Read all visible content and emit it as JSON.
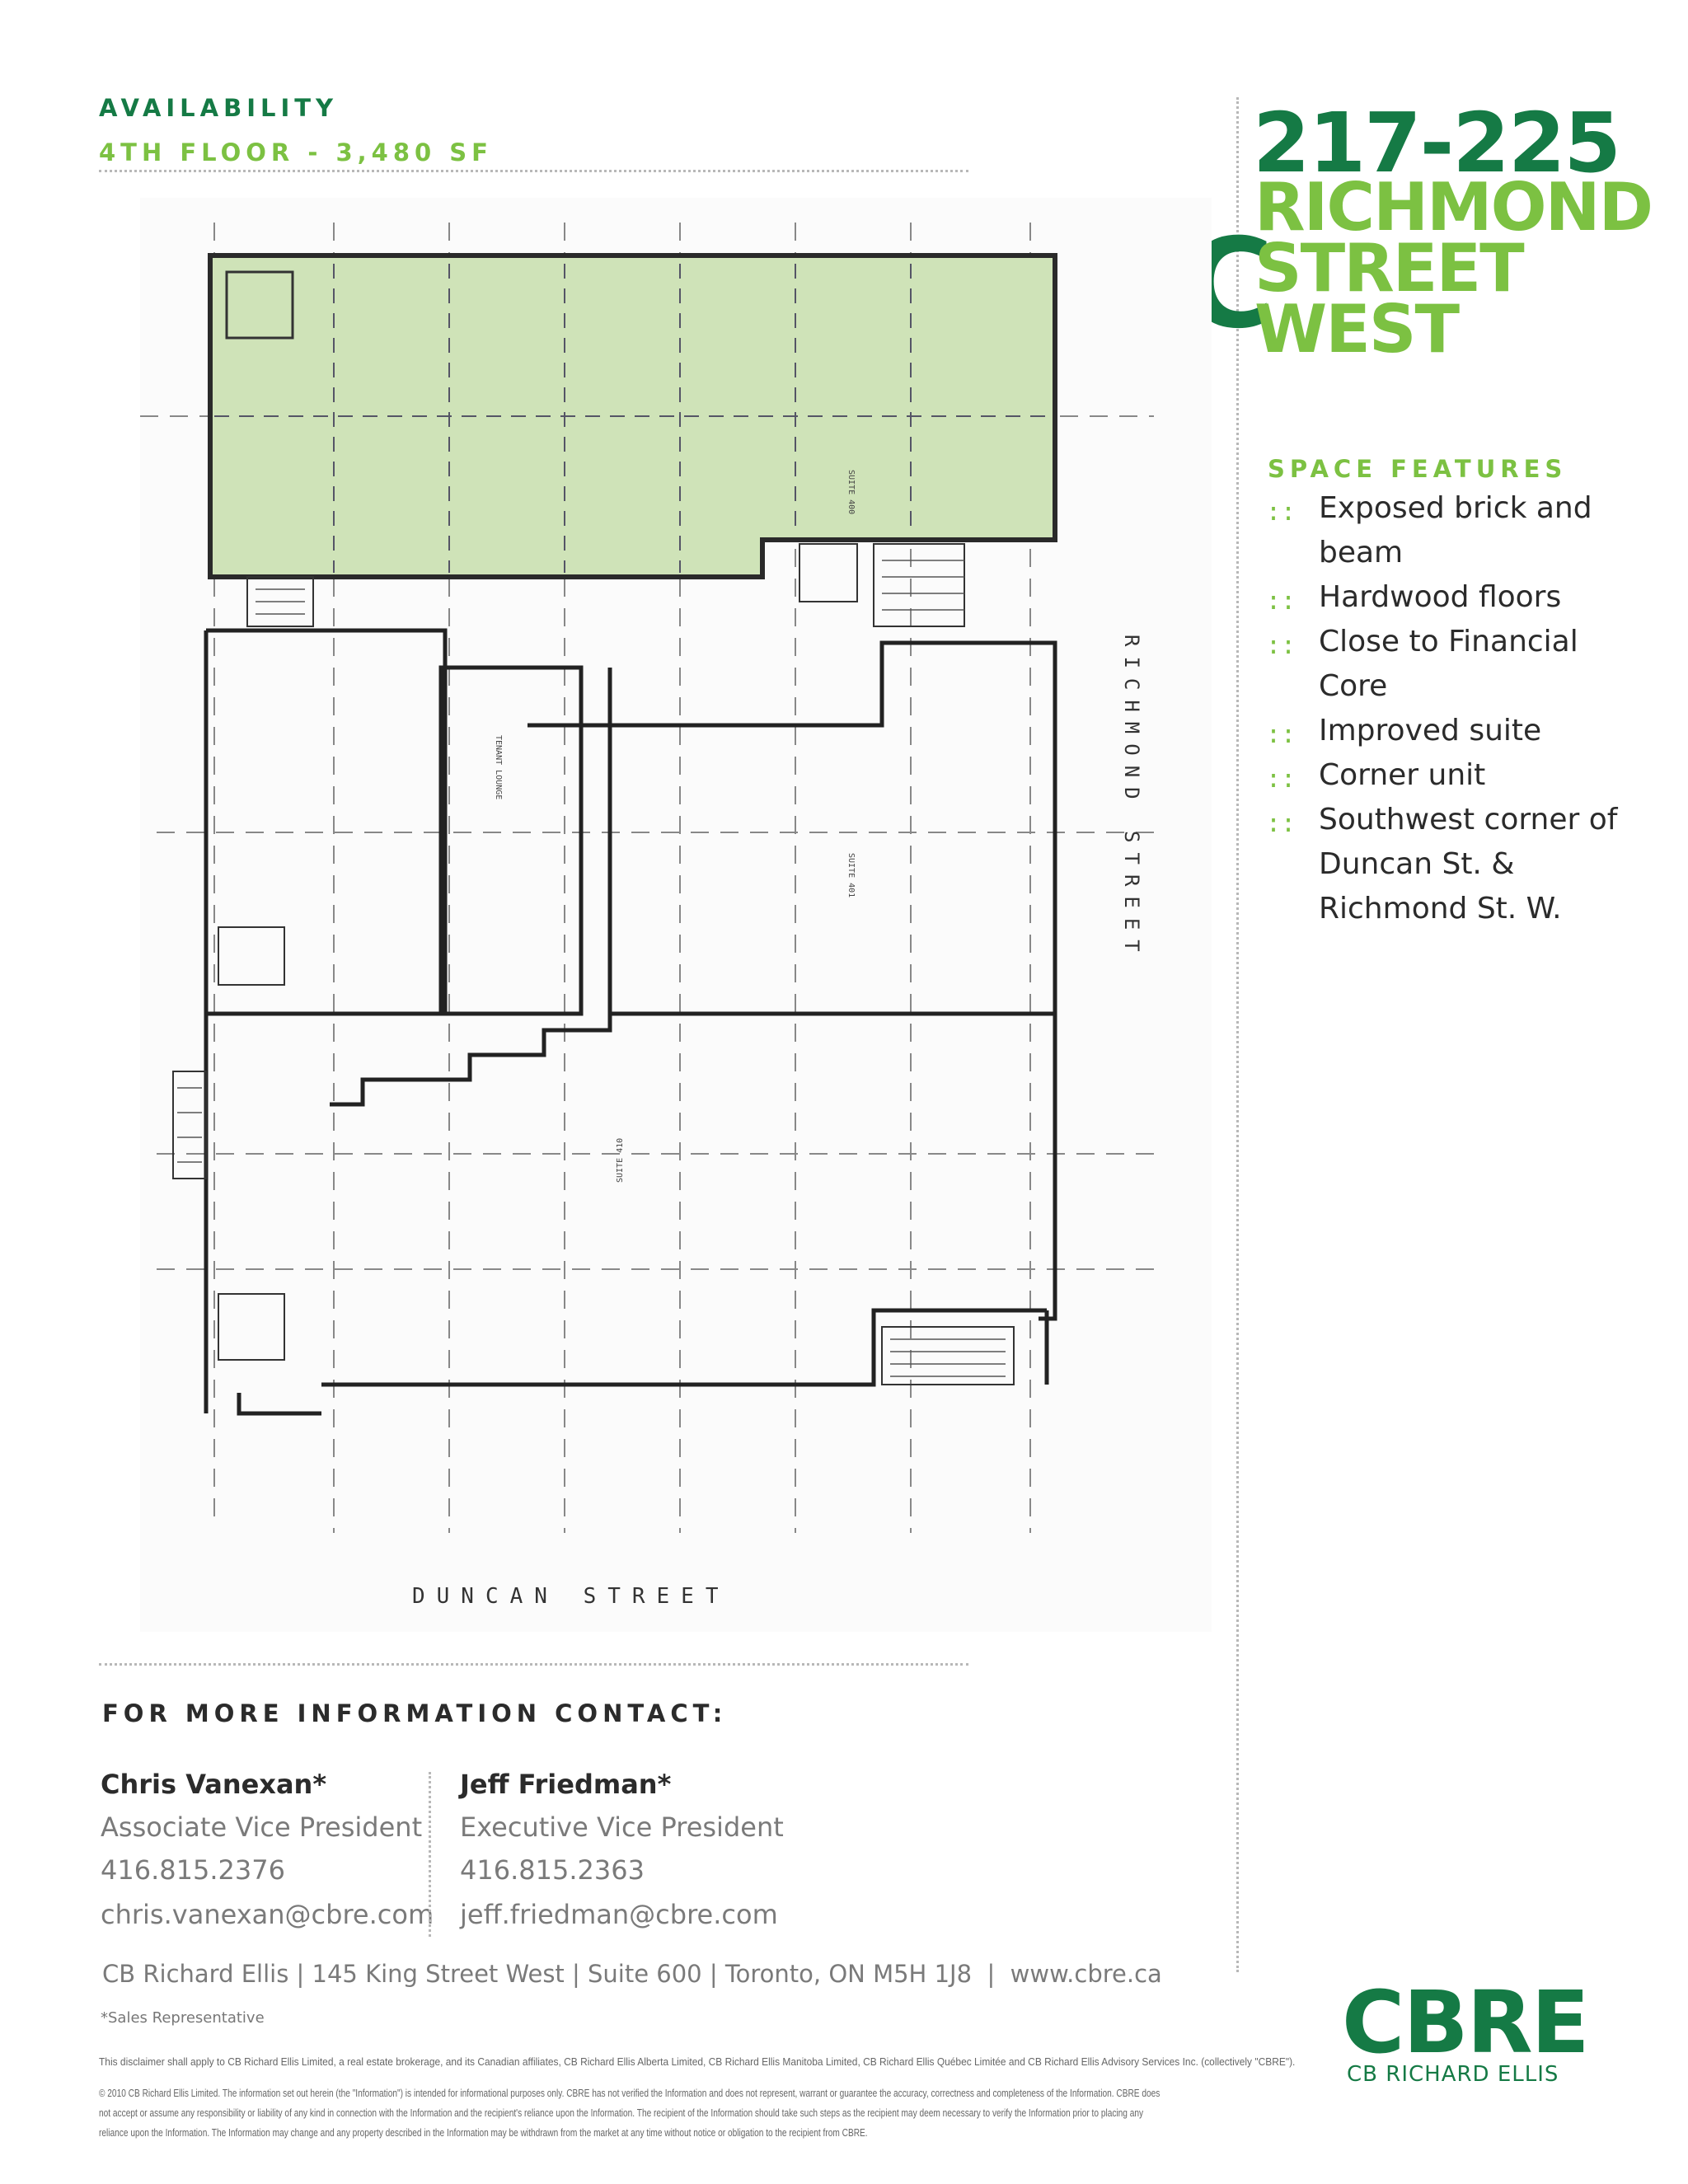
{
  "availability": {
    "label": "AVAILABILITY",
    "floor": "4TH FLOOR - 3,480 SF"
  },
  "title": {
    "line1": "217-225",
    "line2": "RICHMOND",
    "line3": "STREET",
    "line4": "WEST",
    "logo_letter": "C"
  },
  "features": {
    "heading": "SPACE FEATURES",
    "bullet": "::",
    "items": [
      {
        "line1": "Exposed brick and",
        "line2": "beam"
      },
      {
        "line1": "Hardwood floors",
        "line2": ""
      },
      {
        "line1": "Close to Financial",
        "line2": "Core"
      },
      {
        "line1": "Improved suite",
        "line2": ""
      },
      {
        "line1": "Corner unit",
        "line2": ""
      },
      {
        "line1": "Southwest corner of",
        "line2": "Duncan St. &",
        "line3": "Richmond St. W."
      }
    ]
  },
  "floorplan": {
    "street_bottom": "DUNCAN STREET",
    "street_right": "RICHMOND STREET",
    "highlight_color": "#cfe3b8",
    "suite_labels": [
      "SUITE 400",
      "SUITE 401",
      "SUITE 410",
      "TENANT LOUNGE"
    ]
  },
  "contact": {
    "heading": "FOR MORE INFORMATION CONTACT:",
    "people": [
      {
        "name": "Chris Vanexan*",
        "title": "Associate Vice President",
        "phone": "416.815.2376",
        "email": "chris.vanexan@cbre.com"
      },
      {
        "name": "Jeff Friedman*",
        "title": "Executive Vice President",
        "phone": "416.815.2363",
        "email": "jeff.friedman@cbre.com"
      }
    ],
    "address": "CB Richard Ellis | 145 King Street West | Suite 600 | Toronto, ON M5H 1J8  |  www.cbre.ca",
    "footnote": "*Sales Representative"
  },
  "logo": {
    "brand": "CBRE",
    "sub": "CB RICHARD ELLIS"
  },
  "disclaimer": {
    "line1": "This disclaimer shall apply to CB Richard Ellis Limited, a real estate brokerage, and its Canadian affiliates, CB Richard Ellis Alberta Limited, CB Richard Ellis Manitoba Limited, CB Richard Ellis Québec Limitée and CB Richard Ellis Advisory Services Inc. (collectively \"CBRE\").",
    "line2": "© 2010 CB Richard Ellis Limited. The information set out herein (the \"Information\") is intended for informational purposes only. CBRE has not verified the Information and does not represent, warrant or guarantee the accuracy, correctness and completeness of the Information. CBRE does",
    "line3": "not accept or assume any responsibility or liability of any kind in connection with the Information and the recipient's reliance upon the Information. The recipient of the Information should take such steps as the recipient may deem necessary to verify the Information prior to placing any",
    "line4": "reliance upon the Information. The Information may change and any property described in the Information may be withdrawn from the market at any time without notice or obligation to the recipient from CBRE."
  },
  "colors": {
    "green_dark": "#157a45",
    "green_light": "#7cc142"
  }
}
